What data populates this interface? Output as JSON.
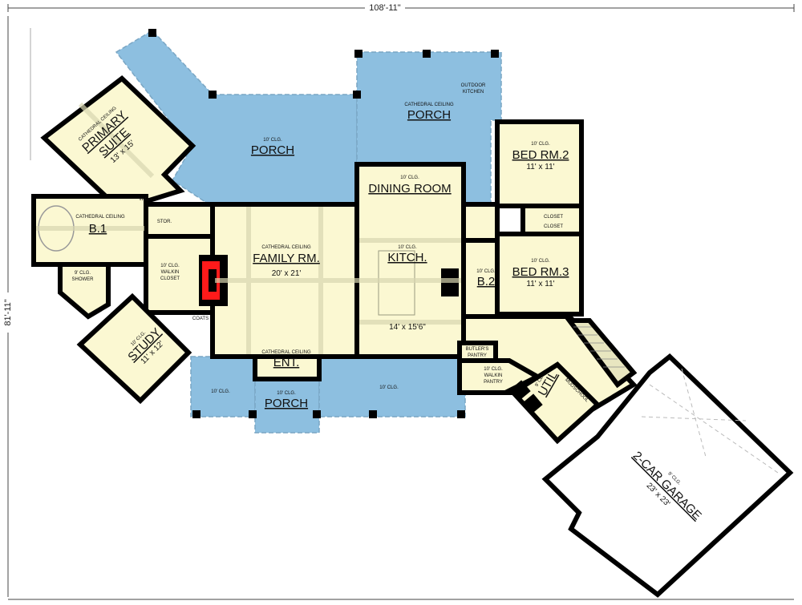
{
  "dimensions": {
    "width": "108'-11\"",
    "depth": "81'-11\""
  },
  "colors": {
    "interior": "#fbf8d2",
    "porch": "#8dbfe0",
    "fireplace": "#ff1a1a",
    "walls": "#000000"
  },
  "rooms": {
    "primary_suite": {
      "name1": "PRIMARY",
      "name2": "SUITE",
      "ceiling": "CATHEDRAL CEILING",
      "size": "13' x 15'"
    },
    "b1": {
      "name": "B.1",
      "ceiling": "CATHEDRAL CEILING"
    },
    "wc": {
      "name": "W.C."
    },
    "stor": {
      "name": "STOR."
    },
    "shower": {
      "name": "SHOWER",
      "ceiling": "9' CLG."
    },
    "walkin_closet": {
      "name1": "WALKIN",
      "name2": "CLOSET",
      "ceiling": "10' CLG."
    },
    "coats": {
      "name": "COATS"
    },
    "study": {
      "name": "STUDY",
      "ceiling": "10' CLG.",
      "size": "11' x 12'"
    },
    "family": {
      "name": "FAMILY RM.",
      "ceiling": "CATHEDRAL CEILING",
      "size": "20' x 21'"
    },
    "entry": {
      "name": "ENT.",
      "ceiling": "CATHEDRAL CEILING"
    },
    "porch_rear": {
      "name": "PORCH",
      "ceiling": "10' CLG."
    },
    "porch_right": {
      "name": "PORCH",
      "ceiling": "CATHEDRAL CEILING"
    },
    "outdoor_kitchen": {
      "name1": "OUTDOOR",
      "name2": "KITCHEN"
    },
    "porch_front": {
      "name": "PORCH",
      "ceiling": "10' CLG."
    },
    "porch_front_left": {
      "ceiling": "10' CLG."
    },
    "porch_front_right": {
      "ceiling": "10' CLG."
    },
    "dining": {
      "name": "DINING ROOM",
      "ceiling": "10' CLG."
    },
    "kitchen": {
      "name": "KITCH.",
      "ceiling": "10' CLG.",
      "size": "14' x 15'6\""
    },
    "b2": {
      "name": "B.2",
      "ceiling": "10' CLG."
    },
    "bed2": {
      "name": "BED RM.2",
      "ceiling": "10' CLG.",
      "size": "11' x 11'"
    },
    "bed3": {
      "name": "BED RM.3",
      "ceiling": "10' CLG.",
      "size": "11' x 11'"
    },
    "closet_a": {
      "name": "CLOSET"
    },
    "closet_b": {
      "name": "CLOSET"
    },
    "butlers": {
      "name1": "BUTLER'S",
      "name2": "PANTRY"
    },
    "pantry": {
      "name1": "WALKIN",
      "name2": "PANTRY",
      "ceiling": "10' CLG."
    },
    "util": {
      "name": "UTIL",
      "ceiling": "9' CLG."
    },
    "mudschool": {
      "name": "MUDSCHOOL"
    },
    "garage": {
      "name": "2-CAR GARAGE",
      "ceiling": "9' CLG.",
      "size": "23' x 23'"
    }
  }
}
